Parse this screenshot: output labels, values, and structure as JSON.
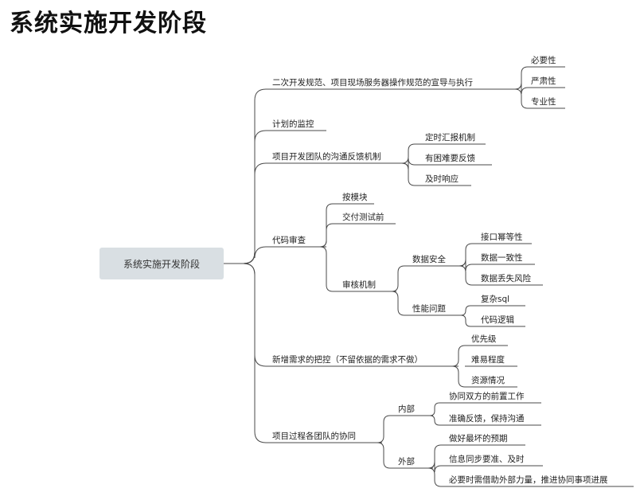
{
  "page": {
    "title": "系统实施开发阶段"
  },
  "mindmap": {
    "root": "系统实施开发阶段",
    "branches": [
      {
        "label": "二次开发规范、项目现场服务器操作规范的宣导与执行",
        "children": [
          {
            "label": "必要性"
          },
          {
            "label": "严肃性"
          },
          {
            "label": "专业性"
          }
        ]
      },
      {
        "label": "计划的监控",
        "children": []
      },
      {
        "label": "项目开发团队的沟通反馈机制",
        "children": [
          {
            "label": "定时汇报机制"
          },
          {
            "label": "有困难要反馈"
          },
          {
            "label": "及时响应"
          }
        ]
      },
      {
        "label": "代码审查",
        "children": [
          {
            "label": "按模块"
          },
          {
            "label": "交付测试前"
          },
          {
            "label": "审核机制",
            "children": [
              {
                "label": "数据安全",
                "children": [
                  {
                    "label": "接口幂等性"
                  },
                  {
                    "label": "数据一致性"
                  },
                  {
                    "label": "数据丢失风险"
                  }
                ]
              },
              {
                "label": "性能问题",
                "children": [
                  {
                    "label": "复杂sql"
                  },
                  {
                    "label": "代码逻辑"
                  }
                ]
              }
            ]
          }
        ]
      },
      {
        "label": "新增需求的把控（不留依据的需求不做）",
        "children": [
          {
            "label": "优先级"
          },
          {
            "label": "难易程度"
          },
          {
            "label": "资源情况"
          }
        ]
      },
      {
        "label": "项目过程各团队的协同",
        "children": [
          {
            "label": "内部",
            "children": [
              {
                "label": "协同双方的前置工作"
              },
              {
                "label": "准确反馈，保持沟通"
              }
            ]
          },
          {
            "label": "外部",
            "children": [
              {
                "label": "做好最坏的预期"
              },
              {
                "label": "信息同步要准、及时"
              },
              {
                "label": "必要时需借助外部力量，推进协同事项进展"
              }
            ]
          }
        ]
      }
    ]
  },
  "colors": {
    "line": "#4a4a4a",
    "root_fill": "#d9dfe3",
    "text": "#222222"
  }
}
